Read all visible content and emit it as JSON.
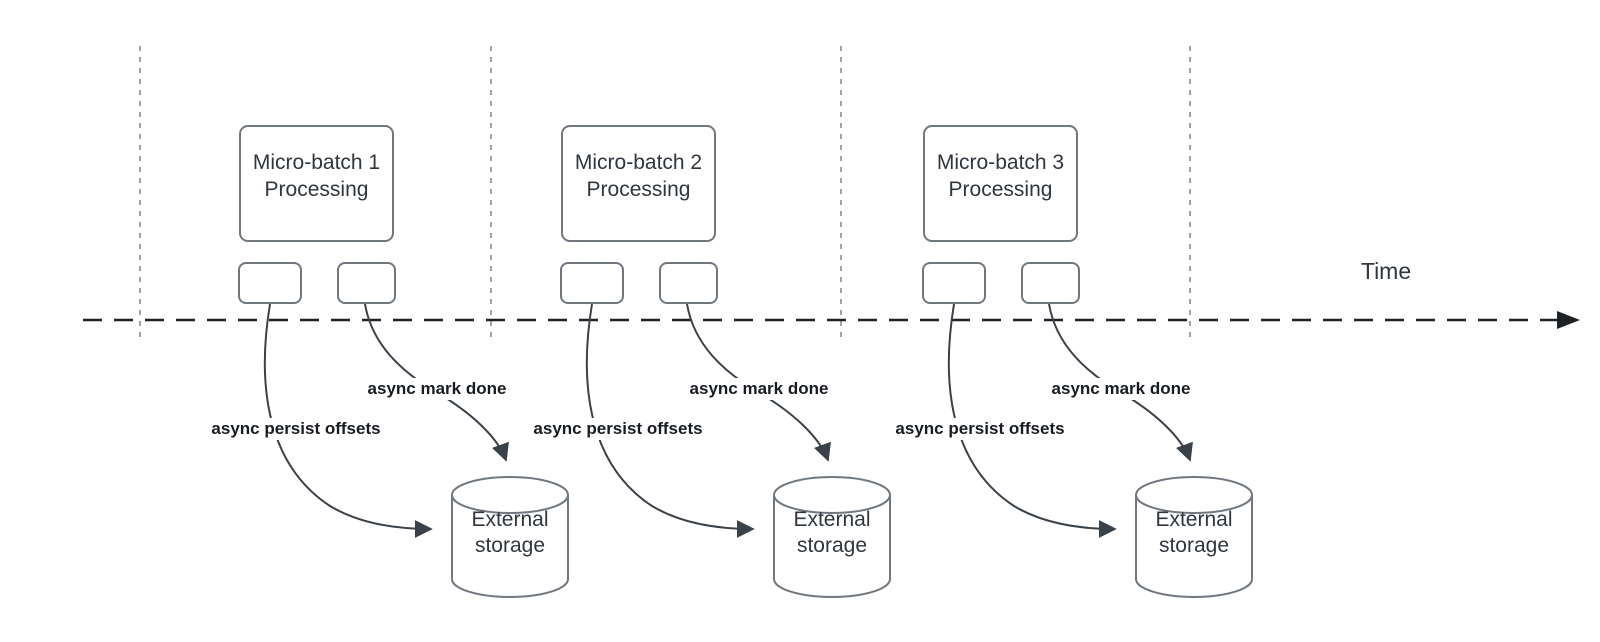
{
  "colors": {
    "box_border": "#70777f",
    "arrow": "#3a4149",
    "timeline": "#1e2126",
    "guide": "#9fa4a9",
    "text": "#30363d",
    "label": "#181c21",
    "background": "#ffffff"
  },
  "time_axis": {
    "label": "Time"
  },
  "groups": [
    {
      "processing_label": "Micro-batch 1 Processing",
      "persist_label": "async persist offsets",
      "mark_done_label": "async mark done",
      "storage_label": "External storage"
    },
    {
      "processing_label": "Micro-batch 2 Processing",
      "persist_label": "async persist offsets",
      "mark_done_label": "async mark done",
      "storage_label": "External storage"
    },
    {
      "processing_label": "Micro-batch 3 Processing",
      "persist_label": "async persist offsets",
      "mark_done_label": "async mark done",
      "storage_label": "External storage"
    }
  ]
}
